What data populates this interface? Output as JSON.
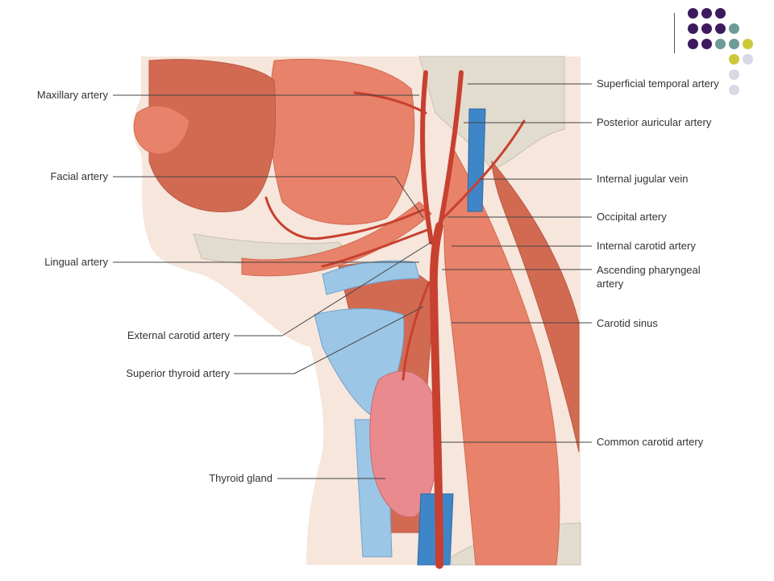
{
  "colors": {
    "artery": "#c8402f",
    "muscle": "#e8826a",
    "muscle_dark": "#d26a52",
    "vein": "#3f86c8",
    "cartilage": "#9cc6e6",
    "bone": "#e2dccf",
    "skin": "#f6e6db",
    "gland": "#e88a8e",
    "leader": "#444444",
    "dot_purple": "#3d1a5e",
    "dot_teal": "#6f9b97",
    "dot_yellow": "#c9c93a",
    "dot_light": "#d8d8e6"
  },
  "labels_left": [
    {
      "id": "maxillary",
      "text": "Maxillary artery"
    },
    {
      "id": "facial",
      "text": "Facial artery"
    },
    {
      "id": "lingual",
      "text": "Lingual artery"
    },
    {
      "id": "external-carotid",
      "text": "External carotid artery"
    },
    {
      "id": "superior-thyroid",
      "text": "Superior thyroid artery"
    },
    {
      "id": "thyroid-gland",
      "text": "Thyroid gland"
    }
  ],
  "labels_right": [
    {
      "id": "superficial-temporal",
      "text": "Superficial temporal artery"
    },
    {
      "id": "posterior-auricular",
      "text": "Posterior auricular artery"
    },
    {
      "id": "internal-jugular",
      "text": "Internal jugular vein"
    },
    {
      "id": "occipital",
      "text": "Occipital artery"
    },
    {
      "id": "internal-carotid",
      "text": "Internal carotid artery"
    },
    {
      "id": "ascending-pharyngeal",
      "text": "Ascending pharyngeal artery"
    },
    {
      "id": "carotid-sinus",
      "text": "Carotid sinus"
    },
    {
      "id": "common-carotid",
      "text": "Common carotid artery"
    }
  ]
}
